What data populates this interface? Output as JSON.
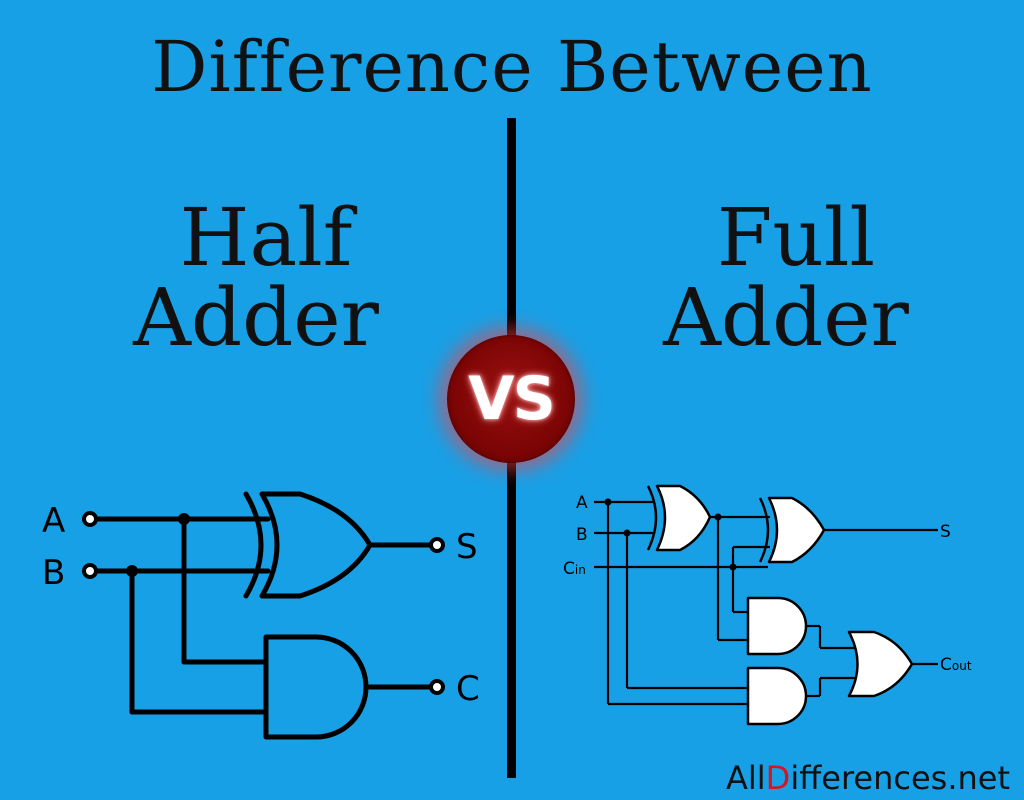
{
  "title": "Difference Between",
  "left": {
    "line1": "Half",
    "line2": "Adder"
  },
  "right": {
    "line1": "Full",
    "line2": "Adder"
  },
  "vs": "VS",
  "half_adder": {
    "input_a": "A",
    "input_b": "B",
    "output_sum": "S",
    "output_carry": "C"
  },
  "full_adder": {
    "input_a": "A",
    "input_b": "B",
    "input_cin_main": "C",
    "input_cin_sub": "in",
    "output_sum": "S",
    "output_cout_main": "C",
    "output_cout_sub": "out"
  },
  "brand": {
    "part1": "All",
    "part2": "D",
    "part3": "ifferences.net"
  },
  "colors": {
    "background": "#18a0e6",
    "vs_badge": "#7d0505",
    "brand_red": "#d8141e"
  }
}
